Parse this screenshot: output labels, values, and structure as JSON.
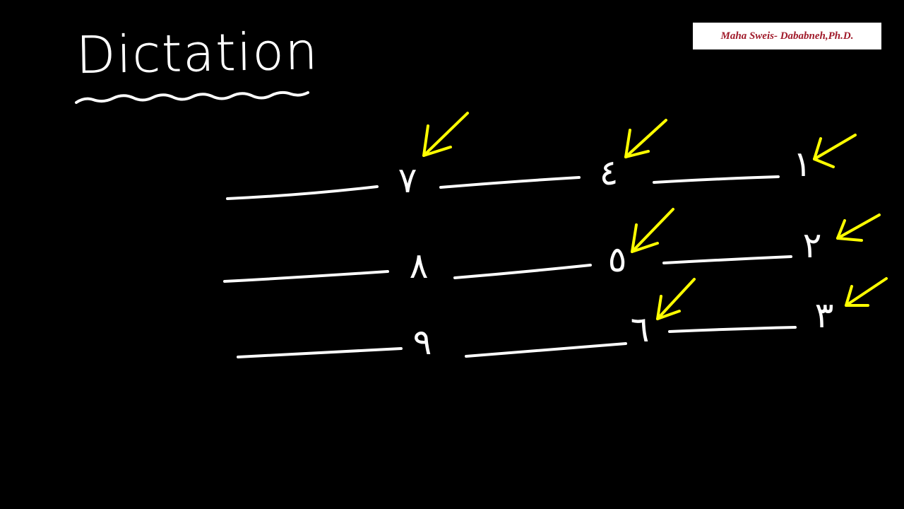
{
  "title": "Dictation",
  "watermark": "Maha Sweis- Dababneh,Ph.D.",
  "colors": {
    "background": "#000000",
    "ink": "#ffffff",
    "arrow": "#ffff00",
    "watermark_text": "#a01a2a"
  },
  "rows": [
    {
      "numerals": [
        "١",
        "٤",
        "٧"
      ]
    },
    {
      "numerals": [
        "٢",
        "٥",
        "٨"
      ]
    },
    {
      "numerals": [
        "٣",
        "٦",
        "٩"
      ]
    }
  ],
  "arrows": [
    "arrow-icon",
    "arrow-icon",
    "arrow-icon",
    "arrow-icon",
    "arrow-icon",
    "arrow-icon"
  ]
}
